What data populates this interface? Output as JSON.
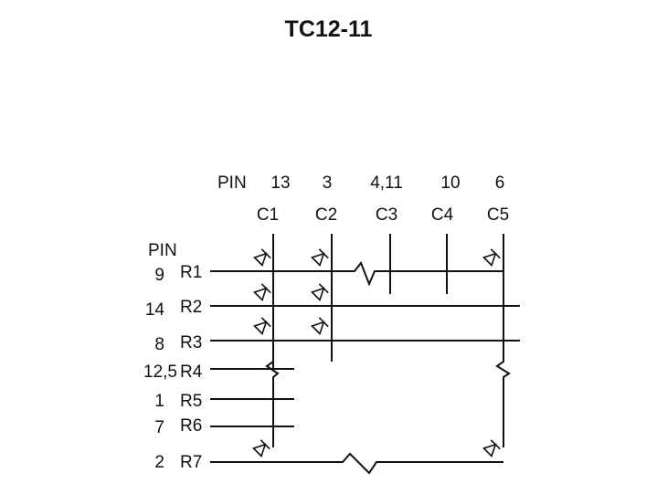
{
  "title": "TC12-11",
  "header": {
    "pin_label": "PIN",
    "row_pin_label": "PIN"
  },
  "columns": [
    {
      "pin": "13",
      "name": "C1"
    },
    {
      "pin": "3",
      "name": "C2"
    },
    {
      "pin": "4,11",
      "name": "C3"
    },
    {
      "pin": "10",
      "name": "C4"
    },
    {
      "pin": "6",
      "name": "C5"
    }
  ],
  "rows": [
    {
      "pin": "9",
      "name": "R1"
    },
    {
      "pin": "14",
      "name": "R2"
    },
    {
      "pin": "8",
      "name": "R3"
    },
    {
      "pin": "12,5",
      "name": "R4"
    },
    {
      "pin": "1",
      "name": "R5"
    },
    {
      "pin": "7",
      "name": "R6"
    },
    {
      "pin": "2",
      "name": "R7"
    }
  ]
}
